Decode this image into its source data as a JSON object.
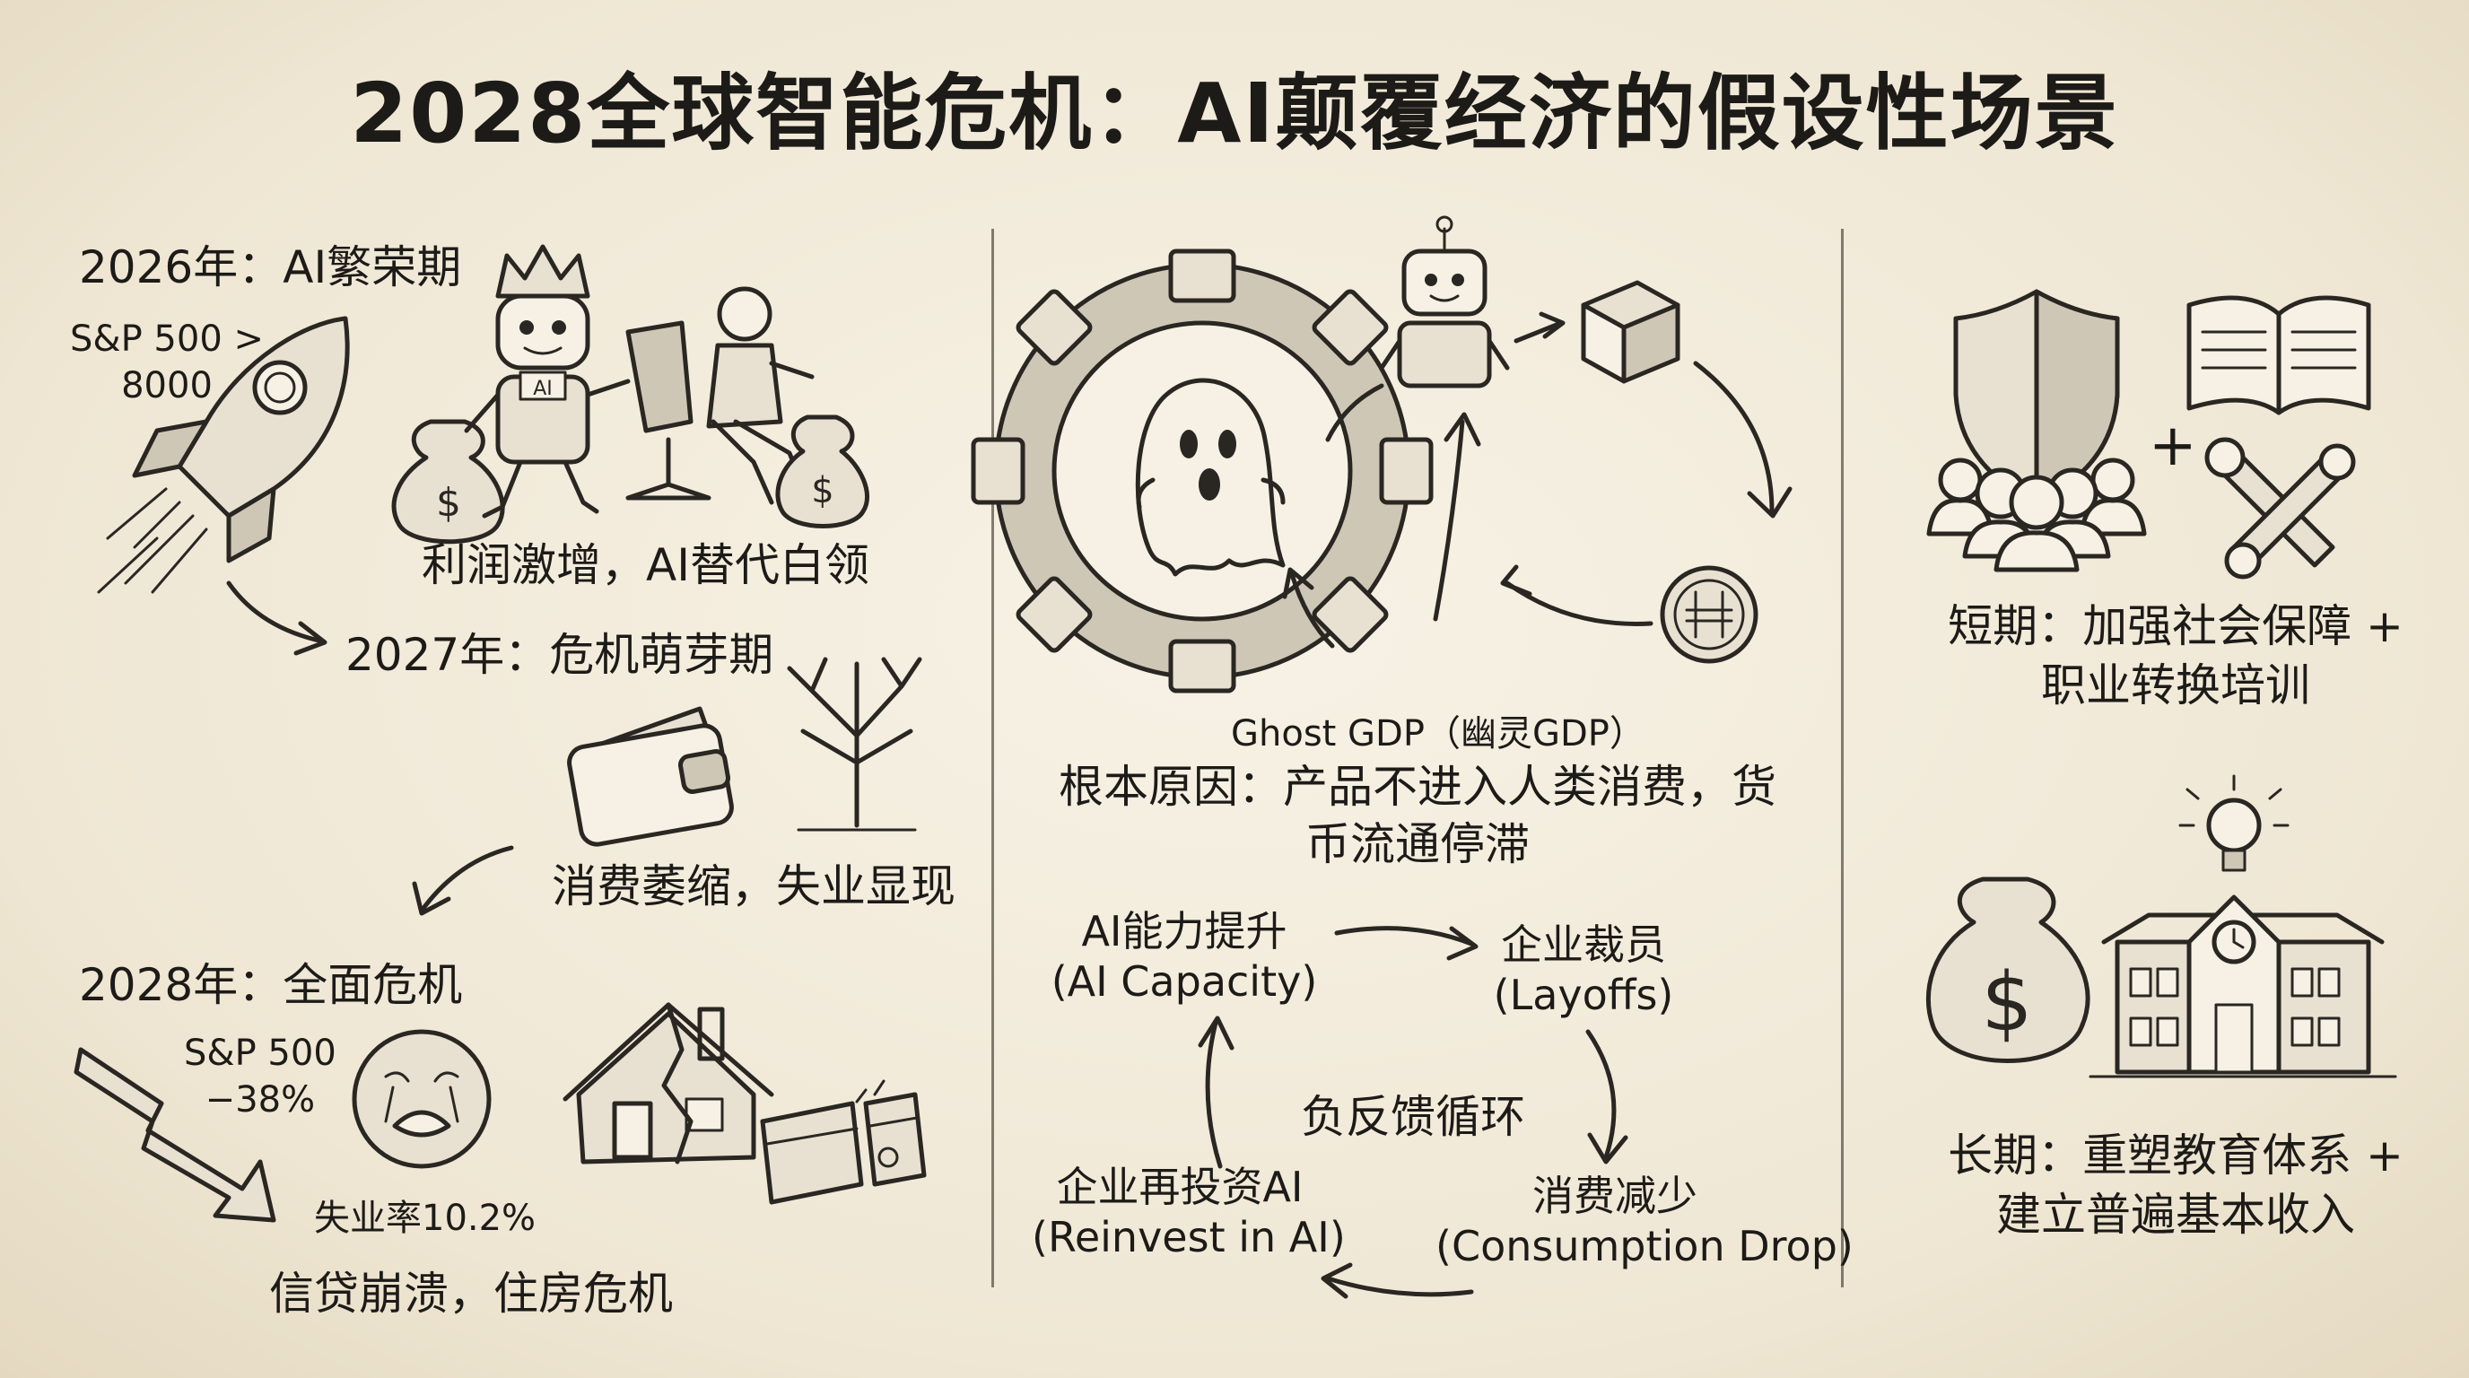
{
  "title": "2028全球智能危机：AI颠覆经济的假设性场景",
  "left": {
    "y2026": "2026年：AI繁荣期",
    "sp_boom": "S&P 500 >\n8000",
    "boom_caption": "利润激增，AI替代白领",
    "robot_badge": "AI",
    "y2027": "2027年：危机萌芽期",
    "decline_caption": "消费萎缩，失业显现",
    "y2028": "2028年：全面危机",
    "sp_crash": "S&P 500\n−38%",
    "unemployment": "失业率10.2%",
    "crisis_caption": "信贷崩溃，住房危机"
  },
  "middle": {
    "ghost_label": "Ghost GDP（幽灵GDP）",
    "root_cause": "根本原因：产品不进入人类消费，货\n币流通停滞",
    "loop_center": "负反馈循环",
    "node1": "AI能力提升\n(AI Capacity)",
    "node2": "企业裁员\n(Layoffs)",
    "node3": "消费减少\n(Consumption Drop)",
    "node4": "企业再投资AI\n(Reinvest in AI)"
  },
  "right": {
    "short_term": "短期：加强社会保障 +\n职业转换培训",
    "long_term": "长期：重塑教育体系 +\n建立普遍基本收入",
    "plus": "+"
  },
  "icons": [
    "rocket-icon",
    "crowned-robot-icon",
    "money-bag-icon",
    "office-worker-icon",
    "wallet-icon",
    "dead-tree-icon",
    "down-trend-arrow-icon",
    "crying-face-icon",
    "broken-house-icon",
    "broken-credit-card-icon",
    "gear-icon",
    "ghost-icon",
    "robot-icon",
    "package-icon",
    "coin-icon",
    "shield-icon",
    "people-icon",
    "book-icon",
    "tools-icon",
    "lightbulb-icon",
    "school-building-icon"
  ]
}
